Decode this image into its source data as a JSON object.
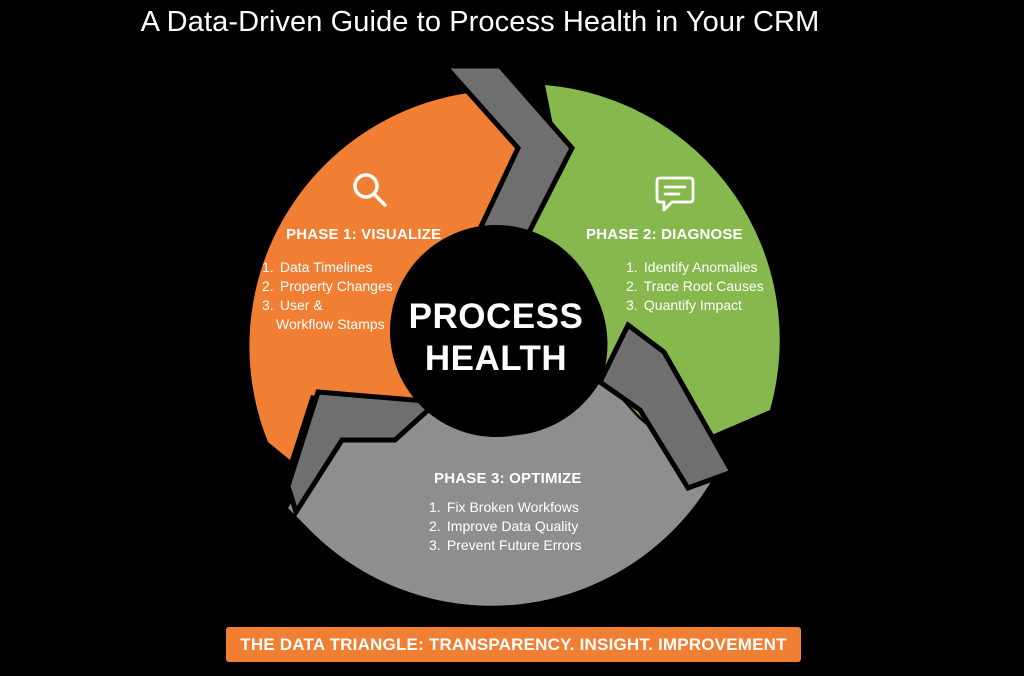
{
  "title": "A Data-Driven Guide to Process Health in Your CRM",
  "center": {
    "line1": "PROCESS",
    "line2": "HEALTH"
  },
  "colors": {
    "phase1": "#f07f33",
    "phase2": "#86b84e",
    "phase3": "#8e8e8e",
    "arrow": "#6f6f6f",
    "banner": "#f07f33"
  },
  "phases": [
    {
      "title": "PHASE 1: VISUALIZE",
      "icon": "magnifier-icon",
      "steps": [
        "Data Timelines",
        "Property Changes",
        "User &",
        "Workflow Stamps"
      ]
    },
    {
      "title": "PHASE 2: DIAGNOSE",
      "icon": "chat-bubble-icon",
      "steps": [
        "Identify Anomalies",
        "Trace Root Causes",
        "Quantify Impact"
      ]
    },
    {
      "title": "PHASE 3: OPTIMIZE",
      "steps": [
        "Fix Broken Workfows",
        "Improve Data Quality",
        "Prevent Future Errors"
      ]
    }
  ],
  "step_numbers": [
    "1.",
    "2.",
    "3."
  ],
  "banner": "THE DATA TRIANGLE: TRANSPARENCY. INSIGHT. IMPROVEMENT"
}
